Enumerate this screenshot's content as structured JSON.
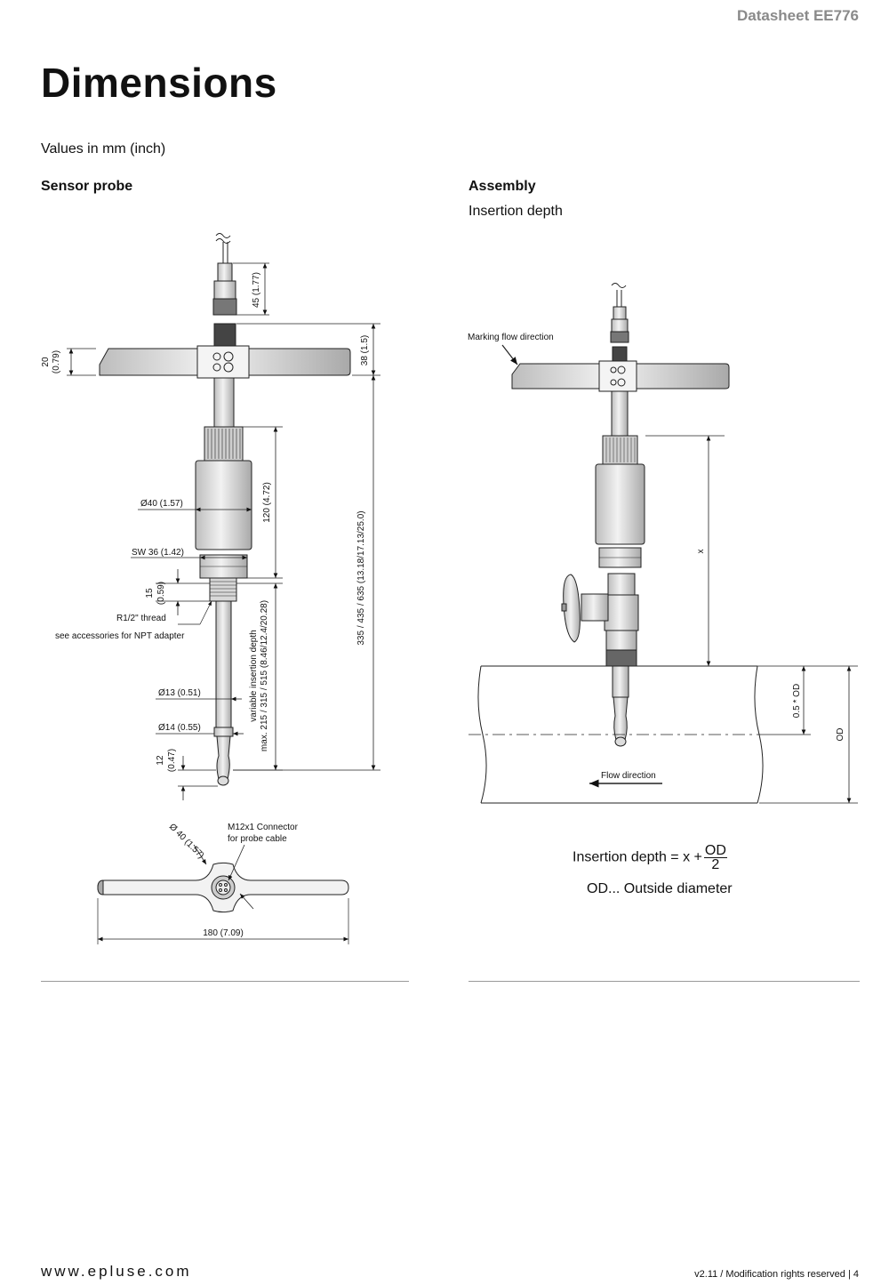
{
  "header": {
    "doc_title": "Datasheet EE776"
  },
  "page": {
    "title": "Dimensions",
    "units_note": "Values in mm (inch)"
  },
  "sensor_probe": {
    "heading": "Sensor probe",
    "labels": {
      "dim_45": "45 (1.77)",
      "dim_38": "38 (1.5)",
      "dim_20": "20",
      "dim_20_in": "(0.79)",
      "dia_40": "Ø40 (1.57)",
      "dim_120": "120 (4.72)",
      "sw_36": "SW 36 (1.42)",
      "dim_15": "15",
      "dim_15_in": "(0.59)",
      "thread": "R1/2\" thread",
      "npt_note": "see accessories for NPT adapter",
      "insertion_1": "variable insertion depth",
      "insertion_2": "max. 215 / 315 / 515 (8.46/12.4/20.28)",
      "total_len": "335 / 435 / 635 (13.18/17.13/25.0)",
      "dia_13": "Ø13 (0.51)",
      "dia_14": "Ø14 (0.55)",
      "dim_12": "12",
      "dim_12_in": "(0.47)",
      "dia_40_top": "Ø 40 (1.57)",
      "connector_1": "M12x1 Connector",
      "connector_2": "for probe cable",
      "width_180": "180 (7.09)"
    }
  },
  "assembly": {
    "heading": "Assembly",
    "subheading": "Insertion depth",
    "labels": {
      "marking": "Marking flow direction",
      "x": "x",
      "half_od": "0.5 * OD",
      "od": "OD",
      "flow": "Flow direction"
    },
    "formula_left": "Insertion depth = x +",
    "formula_num": "OD",
    "formula_den": "2",
    "od_definition": "OD... Outside diameter"
  },
  "footer": {
    "website": "www.epluse.com",
    "version": "v2.11 / Modification rights reserved  |  4"
  }
}
